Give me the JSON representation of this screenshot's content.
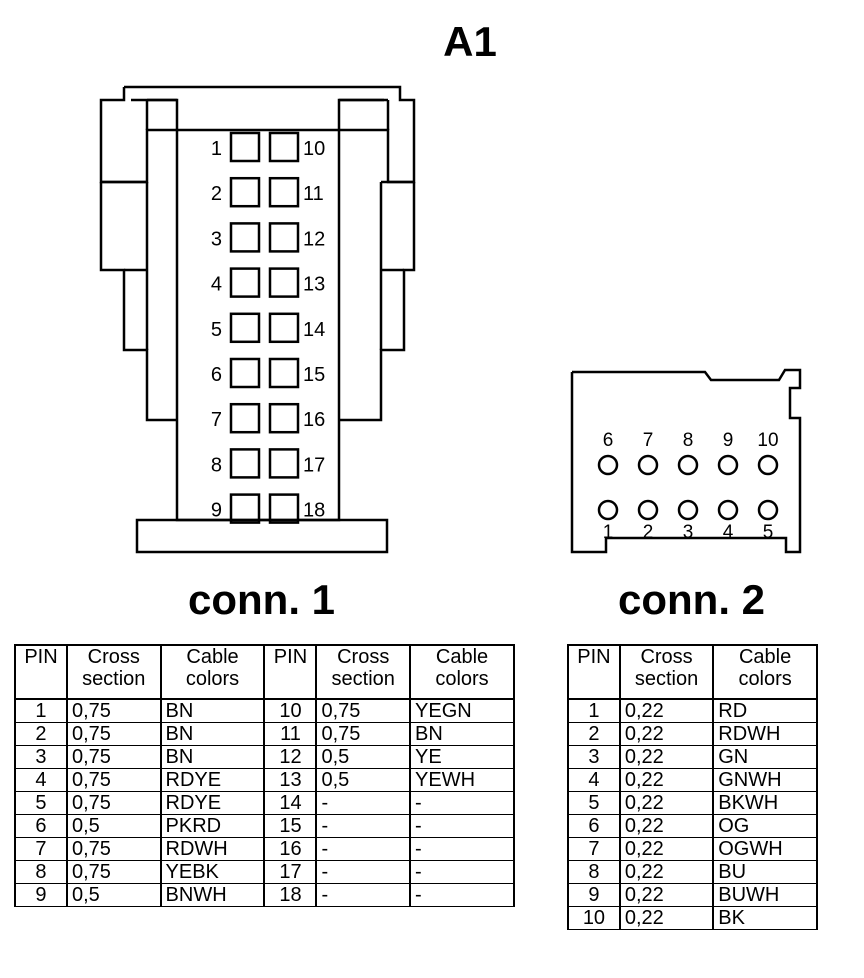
{
  "title": "A1",
  "conn1": {
    "label": "conn. 1",
    "left_pins": [
      "1",
      "2",
      "3",
      "4",
      "5",
      "6",
      "7",
      "8",
      "9"
    ],
    "right_pins": [
      "10",
      "11",
      "12",
      "13",
      "14",
      "15",
      "16",
      "17",
      "18"
    ]
  },
  "conn2": {
    "label": "conn. 2",
    "top_pins": [
      "6",
      "7",
      "8",
      "9",
      "10"
    ],
    "bottom_pins": [
      "1",
      "2",
      "3",
      "4",
      "5"
    ]
  },
  "table_headers": {
    "pin": "PIN",
    "cross_section": "Cross section",
    "cable_colors": "Cable colors"
  },
  "table1": {
    "rows": [
      {
        "pin": "1",
        "cs": "0,75",
        "color": "BN",
        "pin2": "10",
        "cs2": "0,75",
        "color2": "YEGN"
      },
      {
        "pin": "2",
        "cs": "0,75",
        "color": "BN",
        "pin2": "11",
        "cs2": "0,75",
        "color2": "BN"
      },
      {
        "pin": "3",
        "cs": "0,75",
        "color": "BN",
        "pin2": "12",
        "cs2": "0,5",
        "color2": "YE"
      },
      {
        "pin": "4",
        "cs": "0,75",
        "color": "RDYE",
        "pin2": "13",
        "cs2": "0,5",
        "color2": "YEWH"
      },
      {
        "pin": "5",
        "cs": "0,75",
        "color": "RDYE",
        "pin2": "14",
        "cs2": "-",
        "color2": "-"
      },
      {
        "pin": "6",
        "cs": "0,5",
        "color": "PKRD",
        "pin2": "15",
        "cs2": "-",
        "color2": "-"
      },
      {
        "pin": "7",
        "cs": "0,75",
        "color": "RDWH",
        "pin2": "16",
        "cs2": "-",
        "color2": "-"
      },
      {
        "pin": "8",
        "cs": "0,75",
        "color": "YEBK",
        "pin2": "17",
        "cs2": "-",
        "color2": "-"
      },
      {
        "pin": "9",
        "cs": "0,5",
        "color": "BNWH",
        "pin2": "18",
        "cs2": "-",
        "color2": "-"
      }
    ]
  },
  "table2": {
    "rows": [
      {
        "pin": "1",
        "cs": "0,22",
        "color": "RD"
      },
      {
        "pin": "2",
        "cs": "0,22",
        "color": "RDWH"
      },
      {
        "pin": "3",
        "cs": "0,22",
        "color": "GN"
      },
      {
        "pin": "4",
        "cs": "0,22",
        "color": "GNWH"
      },
      {
        "pin": "5",
        "cs": "0,22",
        "color": "BKWH"
      },
      {
        "pin": "6",
        "cs": "0,22",
        "color": "OG"
      },
      {
        "pin": "7",
        "cs": "0,22",
        "color": "OGWH"
      },
      {
        "pin": "8",
        "cs": "0,22",
        "color": "BU"
      },
      {
        "pin": "9",
        "cs": "0,22",
        "color": "BUWH"
      },
      {
        "pin": "10",
        "cs": "0,22",
        "color": "BK"
      }
    ]
  }
}
